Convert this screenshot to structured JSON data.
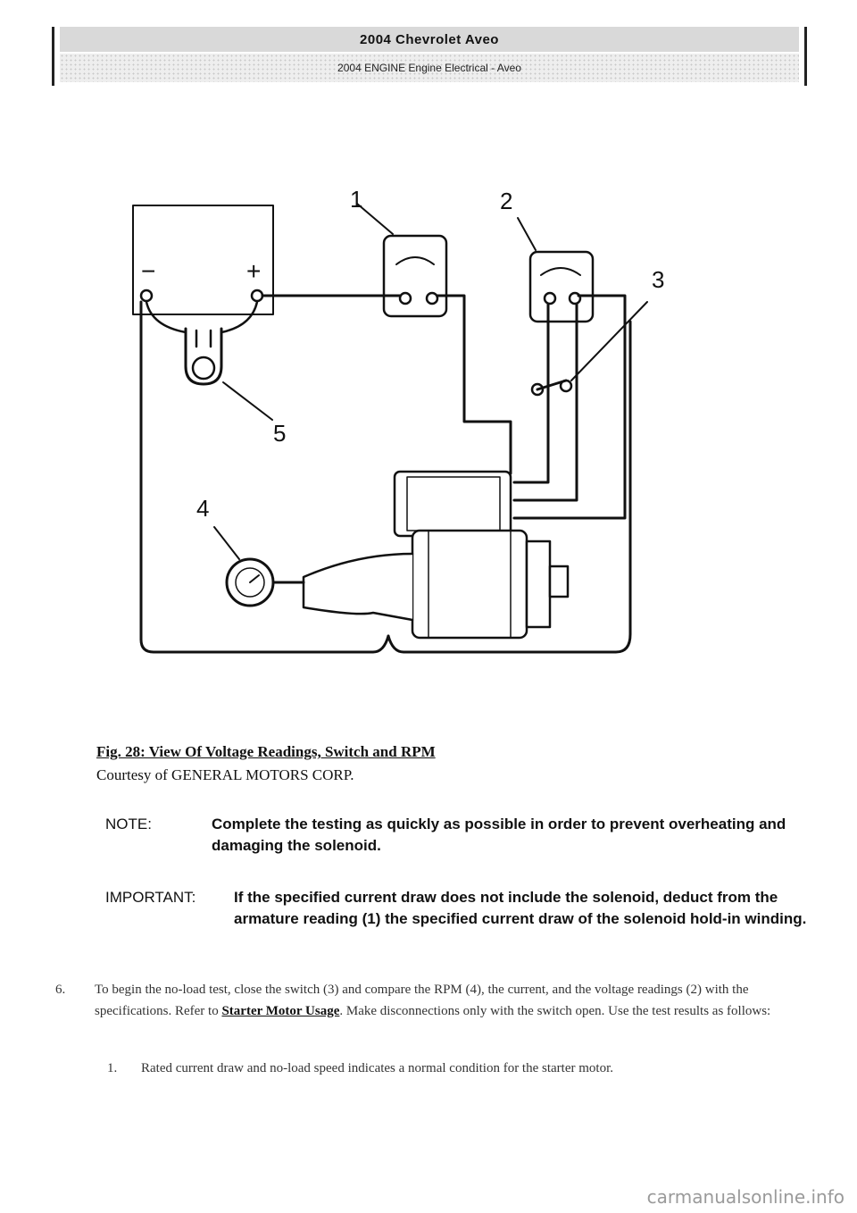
{
  "header": {
    "title": "2004 Chevrolet Aveo",
    "subtitle": "2004 ENGINE Engine Electrical - Aveo"
  },
  "figure": {
    "callouts": [
      "1",
      "2",
      "3",
      "4",
      "5"
    ],
    "battery_minus": "−",
    "battery_plus": "+",
    "caption": "Fig. 28: View Of Voltage Readings, Switch and RPM",
    "courtesy": "Courtesy of GENERAL MOTORS CORP."
  },
  "notes": [
    {
      "label": "NOTE:",
      "text": "Complete the testing as quickly as possible in order to prevent overheating and damaging the solenoid."
    },
    {
      "label": "IMPORTANT:",
      "text": "If the specified current draw does not include the solenoid, deduct from the armature reading (1) the specified current draw of the solenoid hold-in winding."
    }
  ],
  "step6": {
    "number": "6.",
    "text_before": "To begin the no-load test, close the switch (3) and compare the RPM (4), the current, and the voltage readings (2) with the specifications. Refer to ",
    "link": "Starter Motor Usage",
    "text_after": ". Make disconnections only with the switch open. Use the test results as follows:"
  },
  "substep1": {
    "number": "1.",
    "text": "Rated current draw and no-load speed indicates a normal condition for the starter motor."
  },
  "watermark": "carmanualsonline.info"
}
